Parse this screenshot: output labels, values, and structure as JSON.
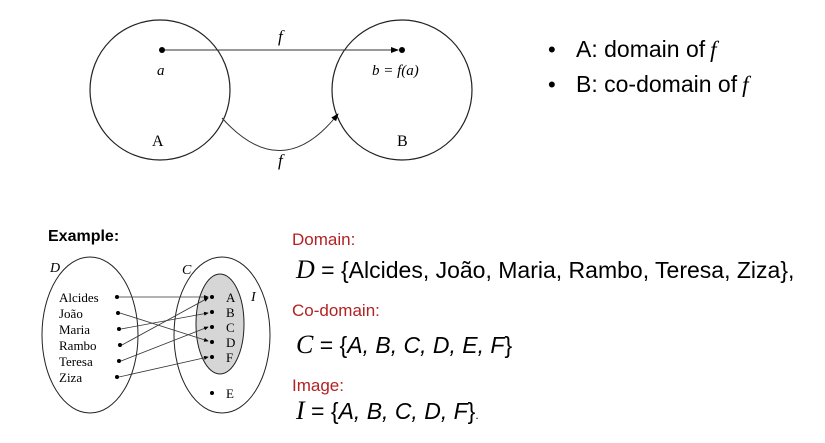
{
  "top_diagram": {
    "set_a_name": "A",
    "set_b_name": "B",
    "element_a": "a",
    "element_b": "b = f(a)",
    "arrow_label_top": "f",
    "arrow_label_bottom": "f"
  },
  "bullets": [
    {
      "text": "A: domain of",
      "var": "f"
    },
    {
      "text": "B: co-domain of",
      "var": "f"
    }
  ],
  "example": {
    "label": "Example:",
    "domain_set_name": "D",
    "codomain_set_name": "C",
    "image_set_name": "I",
    "domain_items": [
      "Alcides",
      "João",
      "Maria",
      "Rambo",
      "Teresa",
      "Ziza"
    ],
    "codomain_items": [
      "A",
      "B",
      "C",
      "D",
      "F",
      "E"
    ]
  },
  "definitions": {
    "domain_heading": "Domain:",
    "domain_symbol": "D",
    "domain_rhs": " = {Alcides, João, Maria, Rambo, Teresa, Ziza},",
    "codomain_heading": "Co-domain:",
    "codomain_symbol": "C",
    "codomain_rhs_open": " = {",
    "codomain_elements": "A, B, C, D, E, F",
    "codomain_rhs_close": "}",
    "image_heading": "Image:",
    "image_symbol": "I",
    "image_rhs_open": " = {",
    "image_elements": "A, B, C, D, F",
    "image_rhs_close": "}",
    "image_trailing": "."
  }
}
